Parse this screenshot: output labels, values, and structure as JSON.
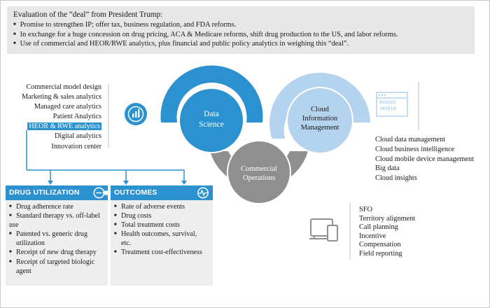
{
  "header": {
    "title": "Evaluation of the “deal” from President Trump:",
    "bullets": [
      "Promise to strengthen IP; offer tax, business regulation, and FDA reforms.",
      "In exchange for a huge concession on drug pricing, ACA & Medicare reforms, shift drug production to the US, and labor reforms.",
      "Use of commercial and HEOR/RWE analytics, plus financial and public policy analytics in weighing this “deal”."
    ]
  },
  "analytics_items": [
    "Commercial model design",
    "Marketing & sales analytics",
    "Managed care analytics",
    "Patient Analytics",
    "HEOR & RWE analytics",
    "Digital analytics",
    "Innovation center"
  ],
  "circles": {
    "data_science": [
      "Data",
      "Science"
    ],
    "cloud": [
      "Cloud",
      "Information",
      "Management"
    ],
    "commercial_ops": [
      "Commercial",
      "Operations"
    ]
  },
  "binary_text": [
    "010101",
    "101010"
  ],
  "cloud_items": [
    "Cloud data management",
    "Cloud business intelligence",
    "Cloud mobile device management",
    "Big data",
    "Cloud insights"
  ],
  "sfo_items": [
    "SFO",
    "Territory alignment",
    "Call planning",
    "Incentive",
    "Compensation",
    "Field reporting"
  ],
  "drug_utilization": {
    "title": "DRUG  UTILIZATION",
    "items": [
      "Drug adherence rate",
      "Standard therapy vs. off-label",
      "use",
      "Patented vs. generic drug",
      "utilization",
      "Receipt of new drug therapy",
      "Receipt of targeted biologic",
      "agent"
    ]
  },
  "outcomes": {
    "title": "OUTCOMES",
    "items": [
      "Rate of adverse events",
      "Drug costs",
      "Total treatment costs",
      "Health outcomes, survival,",
      "etc.",
      "Treatment cost-effectiveness"
    ]
  },
  "colors": {
    "blue": "#2b91cf",
    "light_blue": "#b4d3ee",
    "gray": "#8f8f8f",
    "panel_bg": "#eeeeee",
    "header_bg": "#e7e7e7"
  },
  "icons": [
    "chart-icon",
    "pill-icon",
    "pulse-icon",
    "database-icon",
    "devices-icon"
  ]
}
